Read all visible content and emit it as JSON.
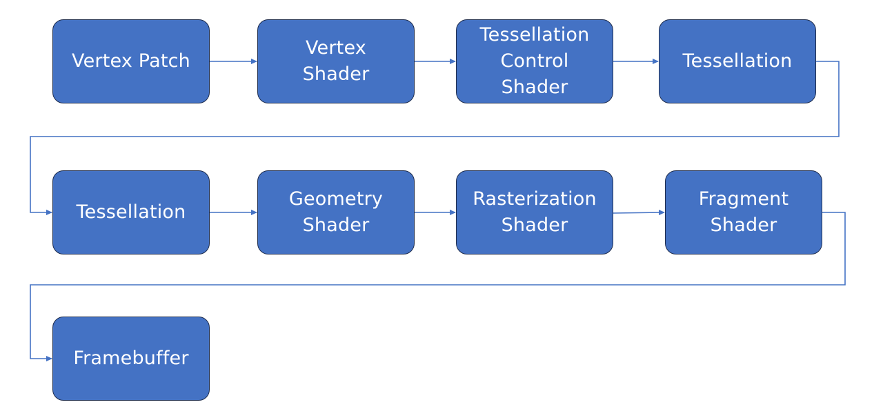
{
  "diagram": {
    "nodes": [
      {
        "id": "vertex-patch",
        "label": "Vertex Patch"
      },
      {
        "id": "vertex-shader",
        "label": "Vertex\nShader"
      },
      {
        "id": "tessellation-control-shader",
        "label": "Tessellation\nControl\nShader"
      },
      {
        "id": "tessellation-1",
        "label": "Tessellation"
      },
      {
        "id": "tessellation-2",
        "label": "Tessellation"
      },
      {
        "id": "geometry-shader",
        "label": "Geometry\nShader"
      },
      {
        "id": "rasterization-shader",
        "label": "Rasterization\nShader"
      },
      {
        "id": "fragment-shader",
        "label": "Fragment\nShader"
      },
      {
        "id": "framebuffer",
        "label": "Framebuffer"
      }
    ],
    "edges": [
      {
        "from": "vertex-patch",
        "to": "vertex-shader"
      },
      {
        "from": "vertex-shader",
        "to": "tessellation-control-shader"
      },
      {
        "from": "tessellation-control-shader",
        "to": "tessellation-1"
      },
      {
        "from": "tessellation-1",
        "to": "tessellation-2"
      },
      {
        "from": "tessellation-2",
        "to": "geometry-shader"
      },
      {
        "from": "geometry-shader",
        "to": "rasterization-shader"
      },
      {
        "from": "rasterization-shader",
        "to": "fragment-shader"
      },
      {
        "from": "fragment-shader",
        "to": "framebuffer"
      }
    ],
    "colors": {
      "node_fill": "#4472c4",
      "node_border": "#1f2d4d",
      "node_text": "#ffffff",
      "connector": "#4472c4"
    }
  }
}
